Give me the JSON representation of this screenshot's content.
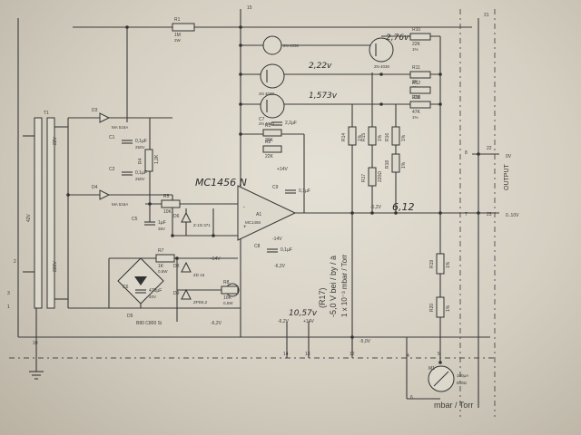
{
  "components": {
    "r1": {
      "name": "R1",
      "value": "1M",
      "tol": "2W"
    },
    "r2": {
      "name": "R2",
      "value": "22K"
    },
    "r3": {
      "name": "R3",
      "value": "20K"
    },
    "r4": {
      "name": "R4",
      "value": "1,2K"
    },
    "r5": {
      "name": "R5",
      "value": "10K"
    },
    "r7": {
      "name": "R7",
      "value": "1K",
      "tol": "0,5W"
    },
    "r8": {
      "name": "R8",
      "value": "10K",
      "tol": "0,5W"
    },
    "r10": {
      "name": "R10",
      "value": "22K",
      "tol": "1%"
    },
    "r11": {
      "name": "R11",
      "value": "2K",
      "tol": "1%"
    },
    "r12": {
      "name": "R12",
      "value": "22K",
      "tol": "1%"
    },
    "r13": {
      "name": "R13",
      "value": "47K",
      "tol": "1%"
    },
    "r14": {
      "name": "R14",
      "value": "1%"
    },
    "r15": {
      "name": "R15",
      "value": "1%"
    },
    "r16": {
      "name": "R16",
      "value": "1%"
    },
    "r17": {
      "name": "R17",
      "value": "220Ω"
    },
    "r18": {
      "name": "R18",
      "value": "1%"
    },
    "r19": {
      "name": "R19",
      "value": "1%"
    },
    "r20": {
      "name": "R20",
      "value": "1%"
    },
    "c1": {
      "name": "C1",
      "value": "0,1µF",
      "volt": "250V"
    },
    "c2": {
      "name": "C2",
      "value": "0,1µF",
      "volt": "250V"
    },
    "c5": {
      "name": "C5",
      "value": "1µF",
      "volt": "35V"
    },
    "c6": {
      "name": "C6",
      "value": "470µF",
      "volt": "40V"
    },
    "c7": {
      "name": "C7",
      "value": "2,2µF"
    },
    "c8": {
      "name": "C8",
      "value": "0,1µF"
    },
    "c9": {
      "name": "C9",
      "value": "0,1µF"
    },
    "d3": {
      "name": "D3",
      "value": "MA 516A"
    },
    "d4": {
      "name": "D4",
      "value": "MA 516A"
    },
    "d5": {
      "name": "D5",
      "value": "B80 C800 Si"
    },
    "d6": {
      "name": "D6",
      "value": "Z-1N 371"
    },
    "d8": {
      "name": "D8",
      "value": "ZD 16"
    },
    "d9": {
      "name": "D9",
      "value": "ZPD6,2"
    },
    "opamp": {
      "name": "A1",
      "part": "MC1456"
    },
    "t1": {
      "name": "T1"
    },
    "q1": {
      "name": "2N 4030"
    },
    "q2": {
      "name": "2N 4030"
    },
    "q3": {
      "name": "2N 4030"
    },
    "q4": {
      "name": "2N 4030"
    },
    "m1": {
      "name": "M1",
      "line1": "100µA",
      "line2": "850Ω",
      "scale": "mbar / Torr"
    }
  },
  "annotations": {
    "part_hw": "MC1456 N",
    "v_276": "2,76v",
    "v_222": "2,22v",
    "v_1573": "1,573v",
    "v_612": "6,12",
    "v_1057": "10,57v",
    "r17_note": "(R17)",
    "cal_line1": "-5,0 V bei / by / à",
    "cal_line2": "1 x 10⁻³ mbar / Torr",
    "out_label": "OUTPUT"
  },
  "rails": {
    "p14a": "+14V",
    "n14a": "-14V",
    "n6a": "-6,2V",
    "n14b": "-14V",
    "n6b": "-6,2V",
    "n6c": "-6,2V",
    "n5": "-5,0V",
    "n62": "-6,2V",
    "p14": "+14V",
    "v0": "0V",
    "v10": "0..10V"
  },
  "terminals": {
    "t1": "1",
    "t2": "2",
    "t3": "3",
    "t4": "4",
    "t5": "5",
    "t6": "6",
    "t7": "7",
    "t8": "8",
    "t10": "10",
    "t12": "12",
    "t13": "13",
    "t14": "14",
    "t15": "15",
    "t21": "21",
    "t22": "22",
    "t23": "23"
  },
  "transformer": {
    "pri": "220V",
    "sec": "22V",
    "w1": "42V"
  }
}
